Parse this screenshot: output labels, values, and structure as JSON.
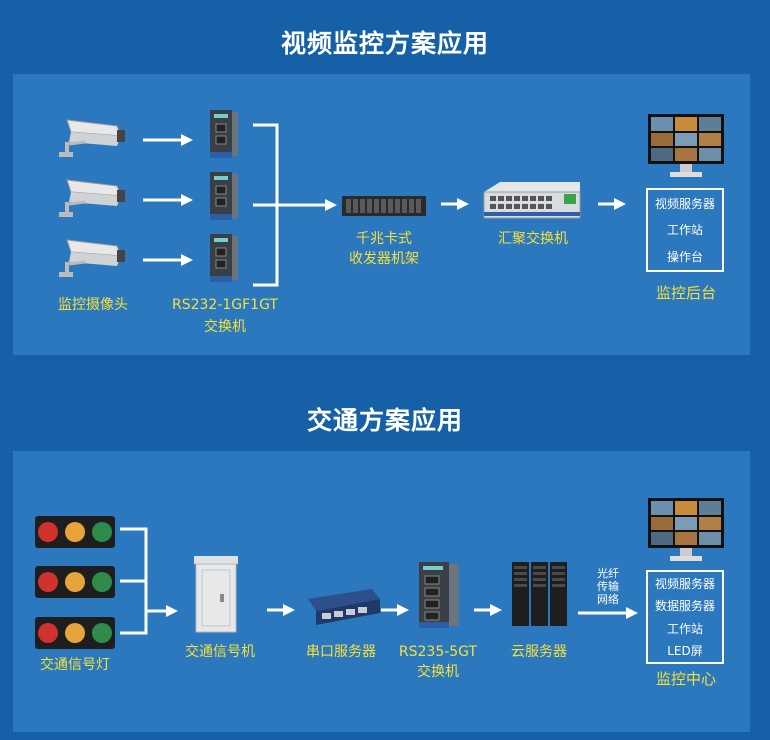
{
  "section1": {
    "title": "视频监控方案应用",
    "cameras_label": "监控摄像头",
    "switch_label_line1": "RS232-1GF1GT",
    "switch_label_line2": "交换机",
    "rack_label_line1": "千兆卡式",
    "rack_label_line2": "收发器机架",
    "agg_switch_label": "汇聚交换机",
    "backend_label": "监控后台",
    "backend_items": [
      "视频服务器",
      "工作站",
      "操作台"
    ]
  },
  "section2": {
    "title": "交通方案应用",
    "lights_label": "交通信号灯",
    "signal_machine_label": "交通信号机",
    "serial_server_label": "串口服务器",
    "switch_label_line1": "RS235-5GT",
    "switch_label_line2": "交换机",
    "cloud_label": "云服务器",
    "fiber_label": [
      "光纤",
      "传输",
      "网络"
    ],
    "center_label": "监控中心",
    "center_items": [
      "视频服务器",
      "数据服务器",
      "工作站",
      "LED屏"
    ]
  },
  "colors": {
    "background": "#1560a6",
    "panel": "#2c78be",
    "label": "#f4e03a",
    "text": "#ffffff"
  }
}
